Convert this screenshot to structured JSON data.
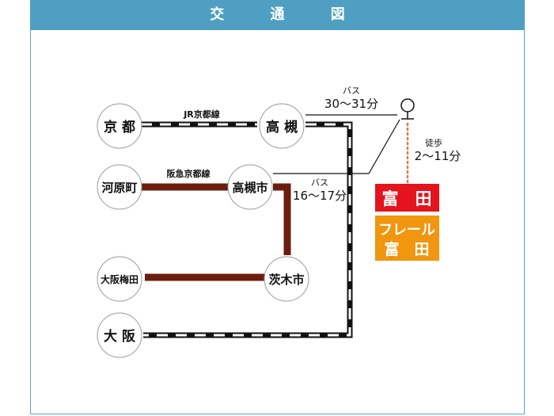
{
  "title": "交 通 図",
  "stations": {
    "kyoto": "京 都",
    "takatsuki": "高 槻",
    "kawaramachi": "河原町",
    "takatsukishi": "高槻市",
    "osakaumeda": "大阪梅田",
    "ibarakishi": "茨木市",
    "osaka": "大 阪"
  },
  "lines": {
    "jr": "JR京都線",
    "hankyu": "阪急京都線"
  },
  "bus1": {
    "mode": "バス",
    "time": "30〜31分"
  },
  "bus2": {
    "mode": "バス",
    "time": "16〜17分"
  },
  "walk": {
    "mode": "徒歩",
    "time": "2〜11分"
  },
  "destination": {
    "tonda": "富　田",
    "freel_line1": "フレール",
    "freel_line2": "富　田"
  },
  "colors": {
    "header": "#4f9fc3",
    "hankyu": "#6b1d0f",
    "tonda": "#e3141e",
    "freel": "#f0960f",
    "walk": "#e8734a"
  }
}
